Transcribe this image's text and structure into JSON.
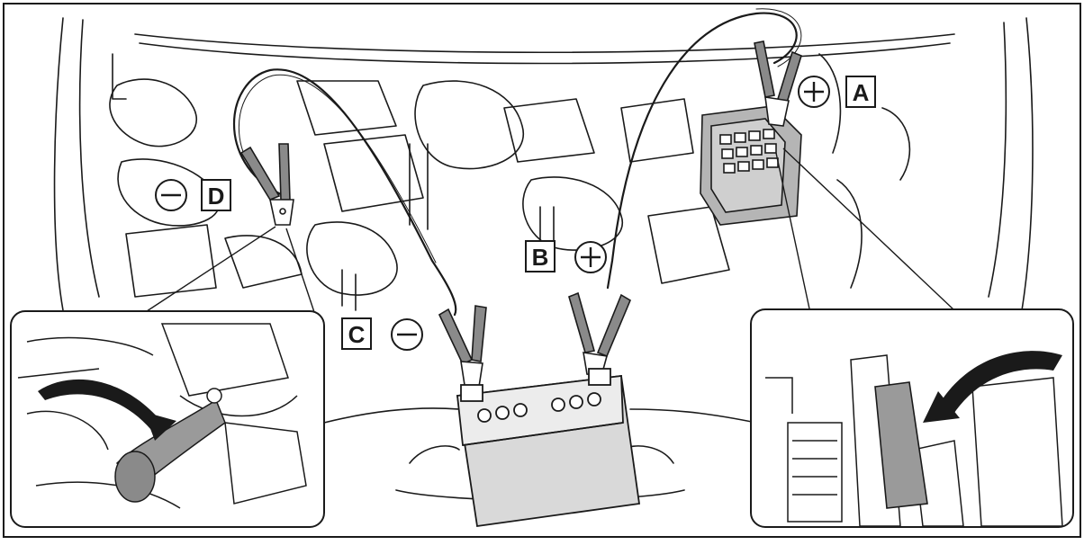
{
  "labels": {
    "a": "A",
    "b": "B",
    "c": "C",
    "d": "D"
  },
  "colors": {
    "line": "#1a1a1a",
    "clamp_fill": "#8a8a8a",
    "battery_fill": "#d9d9d9",
    "highlight_fill": "#9a9a9a",
    "background": "#ffffff"
  },
  "icons": {
    "plus": "plus-sign-icon",
    "minus": "minus-sign-icon",
    "arrow": "curved-arrow-icon"
  }
}
